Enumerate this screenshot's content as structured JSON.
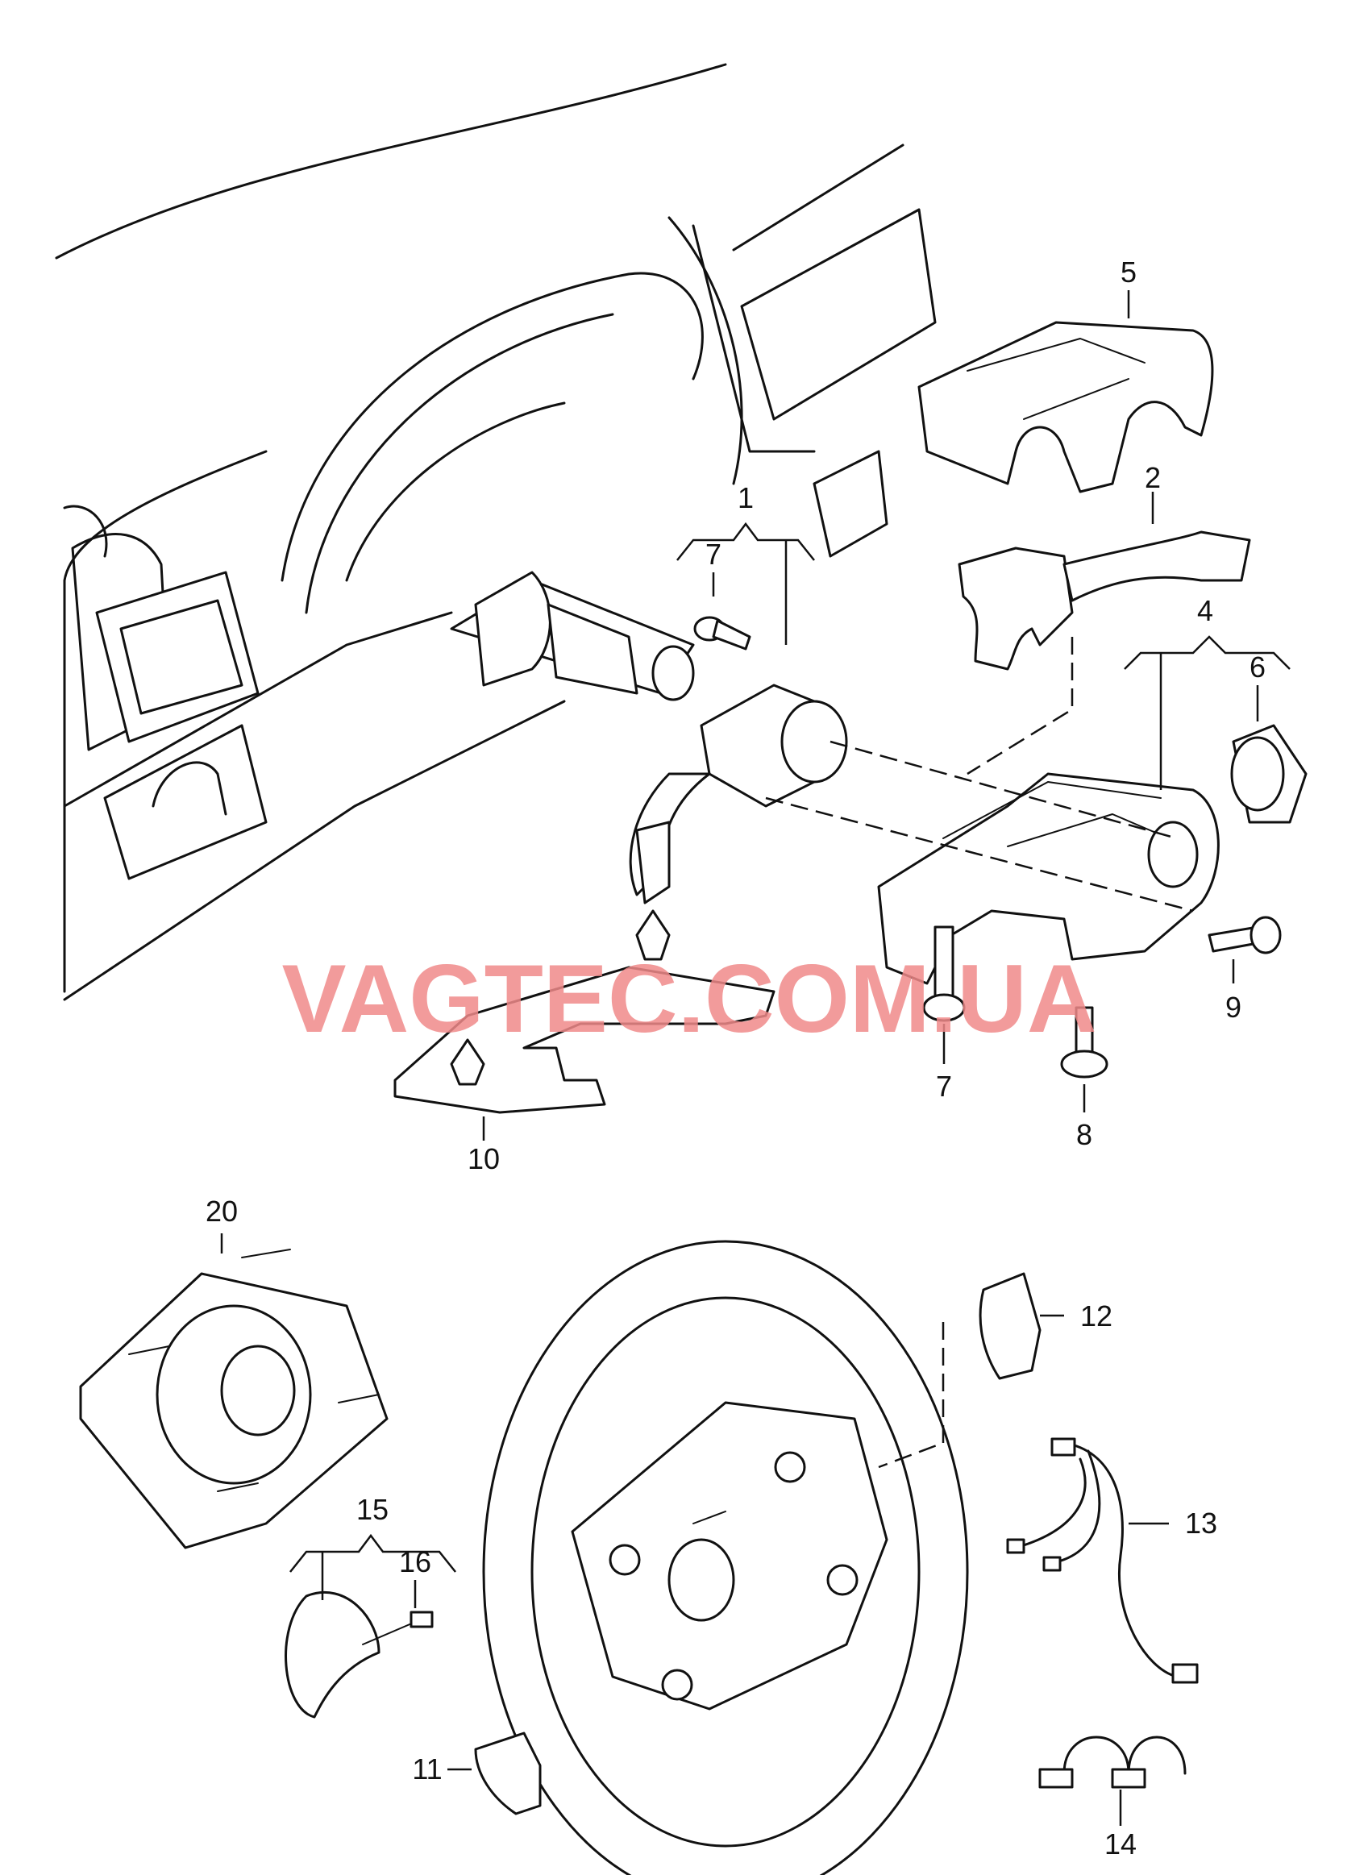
{
  "watermark": "VAGTEC.COM.UA",
  "callouts": {
    "c1": "1",
    "c2": "2",
    "c4": "4",
    "c5": "5",
    "c6": "6",
    "c7a": "7",
    "c7b": "7",
    "c8": "8",
    "c9": "9",
    "c10": "10",
    "c11": "11",
    "c12": "12",
    "c13": "13",
    "c14": "14",
    "c15": "15",
    "c16": "16",
    "c20": "20"
  },
  "colors": {
    "line": "#111111",
    "watermark": "#f08a8a"
  }
}
